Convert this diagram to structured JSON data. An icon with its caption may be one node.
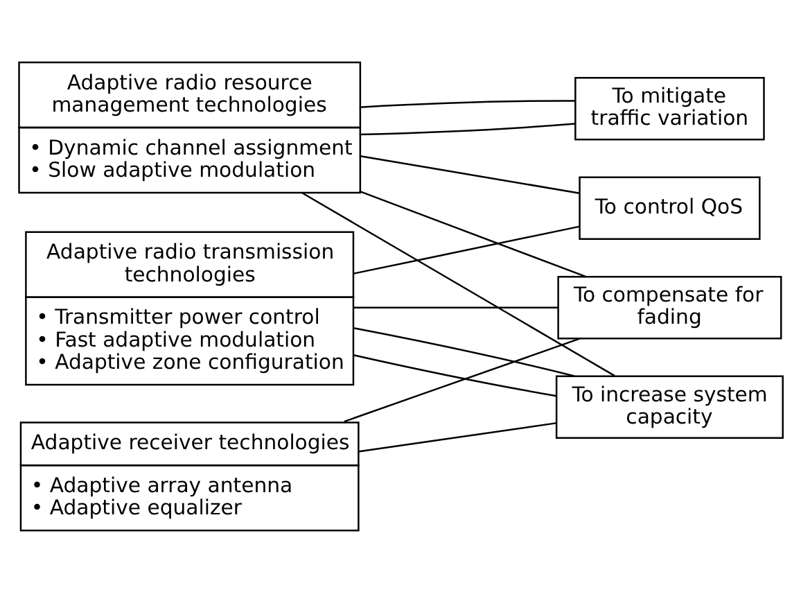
{
  "diagram": {
    "nodes": [
      {
        "text": [
          "Adaptive radio resource management technologies",
          "• Dynamic channel assignment",
          "• Slow adaptive modulation"
        ]
      },
      {
        "text": [
          "Adaptive receiver technologies",
          "• Adaptive array antenna",
          "• Adaptive equalizer"
        ]
      },
      {
        "text": [
          "Adaptive radio transmission technologies",
          "• Transmitter power control",
          "• Fast adaptive modulation",
          "• Adaptive zone configuration"
        ]
      },
      {
        "text": [
          "To mitigate traffic variation"
        ]
      },
      {
        "text": [
          "To control QoS"
        ]
      },
      {
        "text": [
          "To compensate for fading"
        ]
      },
      {
        "text": [
          "To increase system capacity"
        ]
      }
    ],
    "edges": [
      {
        "from": 0,
        "to": 3,
        "arrow": "none"
      },
      {
        "from": 0,
        "to": 3,
        "arrow": "none"
      },
      {
        "from": 0,
        "to": 4,
        "arrow": "none"
      },
      {
        "from": 0,
        "to": 5,
        "arrow": "none"
      },
      {
        "from": 0,
        "to": 6,
        "arrow": "none"
      },
      {
        "from": 1,
        "to": 5,
        "arrow": "none"
      },
      {
        "from": 1,
        "to": 6,
        "arrow": "none"
      },
      {
        "from": 2,
        "to": 4,
        "arrow": "none"
      },
      {
        "from": 2,
        "to": 5,
        "arrow": "none"
      },
      {
        "from": 2,
        "to": 6,
        "arrow": "none"
      },
      {
        "from": 2,
        "to": 6,
        "arrow": "none"
      }
    ]
  }
}
